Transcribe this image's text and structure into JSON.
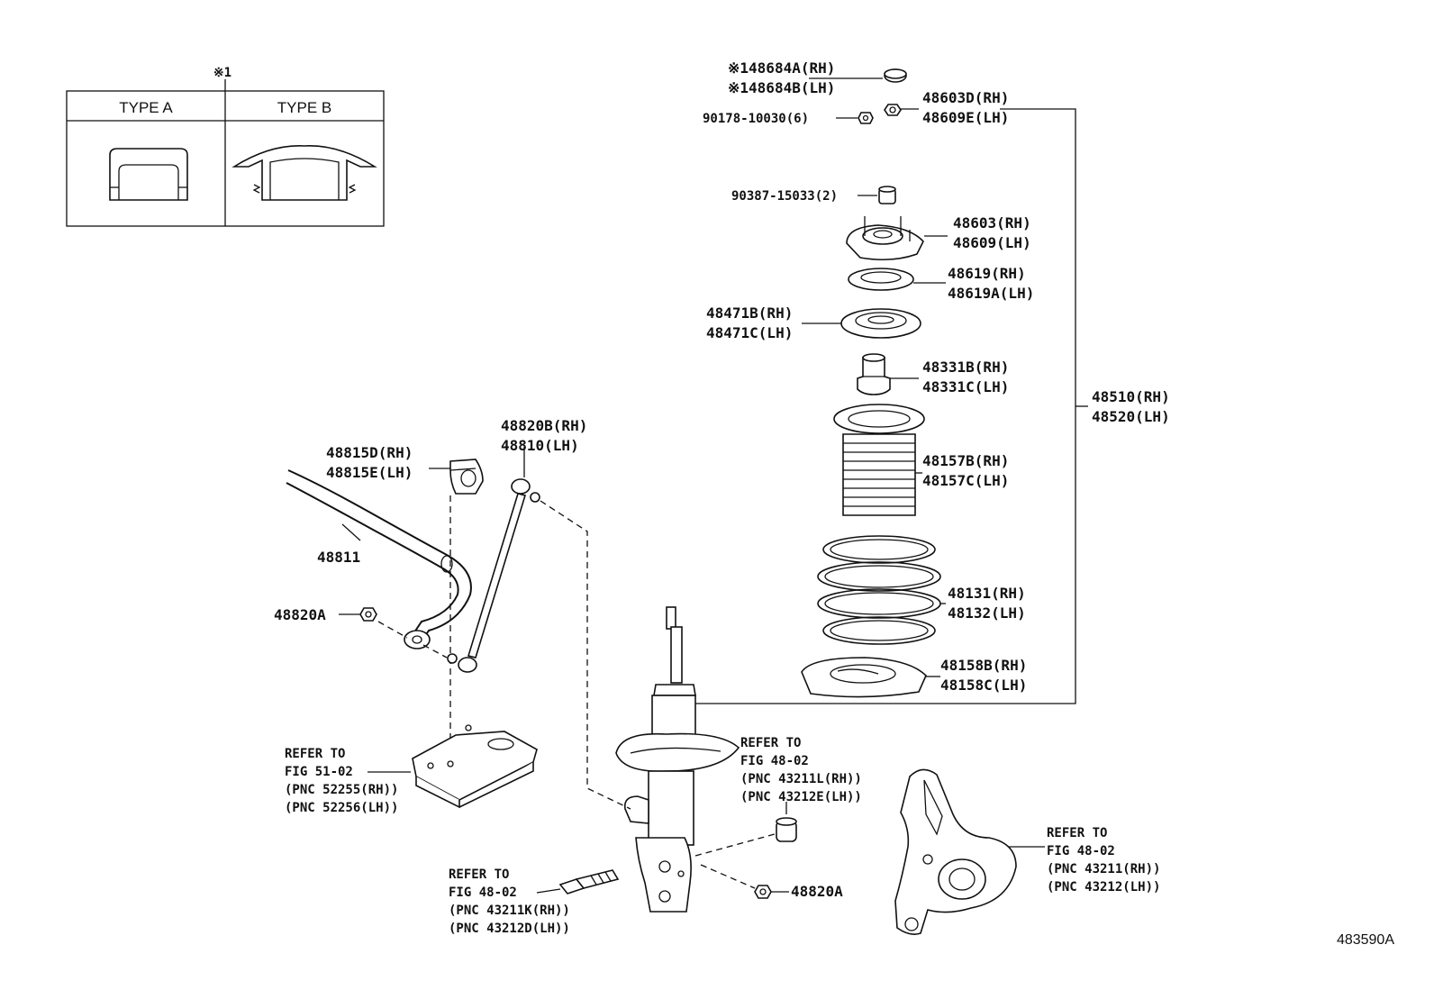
{
  "diagram_id": "483590A",
  "note_mark": "※1",
  "type_table": {
    "type_a": "TYPE A",
    "type_b": "TYPE B"
  },
  "parts": {
    "cap_rh": "※148684A(RH)",
    "cap_lh": "※148684B(LH)",
    "nut_small": "90178-10030(6)",
    "nut_rh": "48603D(RH)",
    "nut_lh": "48609E(LH)",
    "bush_cap": "90387-15033(2)",
    "support_rh": "48603(RH)",
    "support_lh": "48609(LH)",
    "bearing_rh": "48619(RH)",
    "bearing_lh": "48619A(LH)",
    "seat_rh": "48471B(RH)",
    "seat_lh": "48471C(LH)",
    "bumper_rh": "48331B(RH)",
    "bumper_lh": "48331C(LH)",
    "assy_rh": "48510(RH)",
    "assy_lh": "48520(LH)",
    "boot_rh": "48157B(RH)",
    "boot_lh": "48157C(LH)",
    "spring_rh": "48131(RH)",
    "spring_lh": "48132(LH)",
    "insul_rh": "48158B(RH)",
    "insul_lh": "48158C(LH)",
    "link_rh": "48820B(RH)",
    "link_lh": "48810(LH)",
    "stab_bush_rh": "48815D(RH)",
    "stab_bush_lh": "48815E(LH)",
    "stab_bar": "48811",
    "link_nut_1": "48820A",
    "link_nut_2": "48820A"
  },
  "refs": {
    "ref_subframe": {
      "l1": "REFER TO",
      "l2": "FIG 51-02",
      "l3": "(PNC 52255(RH))",
      "l4": "(PNC 52256(LH))"
    },
    "ref_bush": {
      "l1": "REFER TO",
      "l2": "FIG 48-02",
      "l3": "(PNC 43211L(RH))",
      "l4": "(PNC 43212E(LH))"
    },
    "ref_bolt": {
      "l1": "REFER TO",
      "l2": "FIG 48-02",
      "l3": "(PNC 43211K(RH))",
      "l4": "(PNC 43212D(LH))"
    },
    "ref_knuckle": {
      "l1": "REFER TO",
      "l2": "FIG 48-02",
      "l3": "(PNC 43211(RH))",
      "l4": "(PNC 43212(LH))"
    }
  }
}
